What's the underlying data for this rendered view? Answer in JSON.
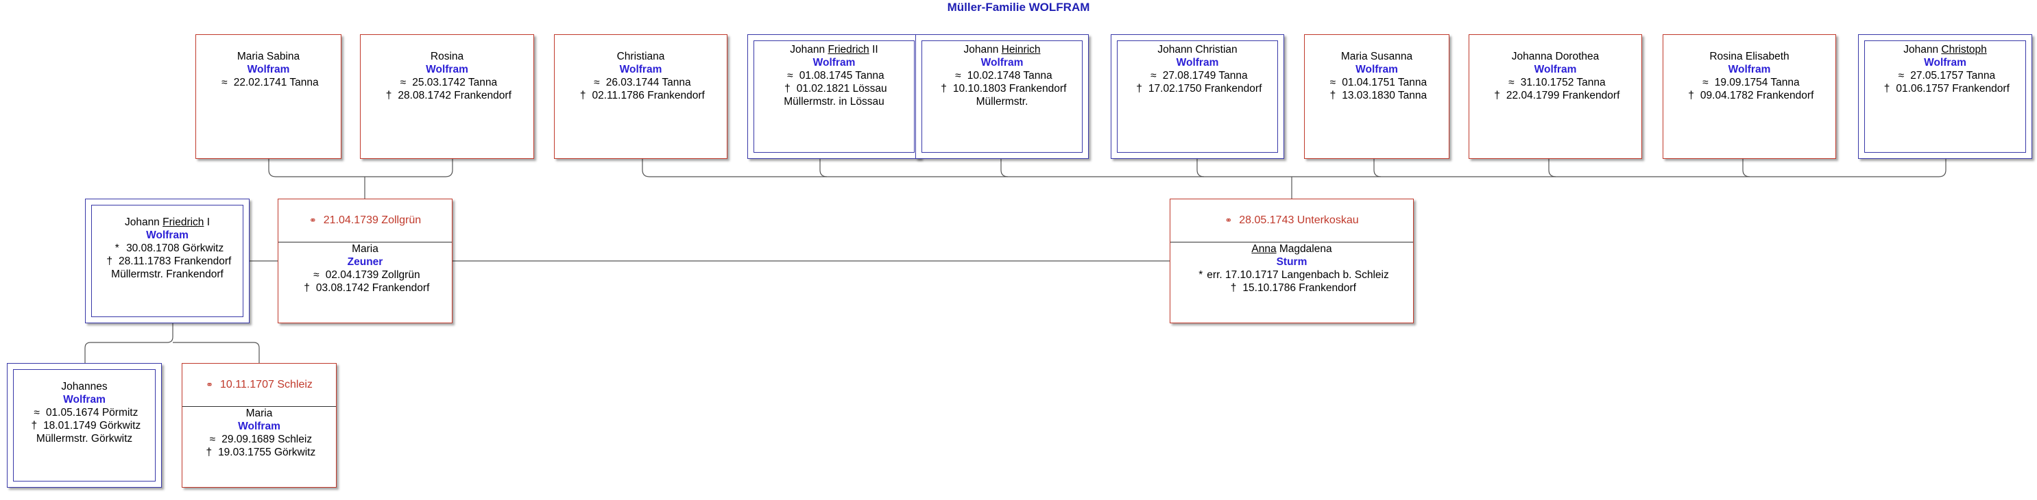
{
  "title": "Müller-Familie WOLFRAM",
  "children": [
    {
      "given": "Maria Sabina",
      "given_underline": "",
      "given_suffix": "",
      "surname": "Wolfram",
      "born_sym": "≈",
      "born": "22.02.1741 Tanna",
      "died_sym": "",
      "died": "",
      "note": ""
    },
    {
      "given": "Rosina",
      "given_underline": "",
      "given_suffix": "",
      "surname": "Wolfram",
      "born_sym": "≈",
      "born": "25.03.1742 Tanna",
      "died_sym": "†",
      "died": "28.08.1742 Frankendorf",
      "note": ""
    },
    {
      "given": "Christiana",
      "given_underline": "",
      "given_suffix": "",
      "surname": "Wolfram",
      "born_sym": "≈",
      "born": "26.03.1744 Tanna",
      "died_sym": "†",
      "died": "02.11.1786 Frankendorf",
      "note": ""
    },
    {
      "given": "Johann ",
      "given_underline": "Friedrich",
      "given_suffix": " II",
      "surname": "Wolfram",
      "born_sym": "≈",
      "born": "01.08.1745 Tanna",
      "died_sym": "†",
      "died": "01.02.1821 Lössau",
      "note": "Müllermstr. in Lössau"
    },
    {
      "given": "Johann ",
      "given_underline": "Heinrich",
      "given_suffix": "",
      "surname": "Wolfram",
      "born_sym": "≈",
      "born": "10.02.1748 Tanna",
      "died_sym": "†",
      "died": "10.10.1803 Frankendorf",
      "note": "Müllermstr."
    },
    {
      "given": "Johann Christian",
      "given_underline": "",
      "given_suffix": "",
      "surname": "Wolfram",
      "born_sym": "≈",
      "born": "27.08.1749 Tanna",
      "died_sym": "†",
      "died": "17.02.1750 Frankendorf",
      "note": ""
    },
    {
      "given": "Maria Susanna",
      "given_underline": "",
      "given_suffix": "",
      "surname": "Wolfram",
      "born_sym": "≈",
      "born": "01.04.1751 Tanna",
      "died_sym": "†",
      "died": "13.03.1830 Tanna",
      "note": ""
    },
    {
      "given": "Johanna Dorothea",
      "given_underline": "",
      "given_suffix": "",
      "surname": "Wolfram",
      "born_sym": "≈",
      "born": "31.10.1752 Tanna",
      "died_sym": "†",
      "died": "22.04.1799 Frankendorf",
      "note": ""
    },
    {
      "given": "Rosina Elisabeth",
      "given_underline": "",
      "given_suffix": "",
      "surname": "Wolfram",
      "born_sym": "≈",
      "born": "19.09.1754 Tanna",
      "died_sym": "†",
      "died": "09.04.1782 Frankendorf",
      "note": ""
    },
    {
      "given": "Johann ",
      "given_underline": "Christoph",
      "given_suffix": "",
      "surname": "Wolfram",
      "born_sym": "≈",
      "born": "27.05.1757 Tanna",
      "died_sym": "†",
      "died": "01.06.1757 Frankendorf",
      "note": ""
    }
  ],
  "focus": {
    "given": "Johann ",
    "given_underline": "Friedrich",
    "given_suffix": " I",
    "surname": "Wolfram",
    "born_sym": "*",
    "born": "30.08.1708 Görkwitz",
    "died_sym": "†",
    "died": "28.11.1783 Frankendorf",
    "note": "Müllermstr. Frankendorf"
  },
  "marriage1": {
    "header": "21.04.1739 Zollgrün",
    "given": "Maria",
    "given_underline": "",
    "given_suffix": "",
    "surname": "Zeuner",
    "born_sym": "≈",
    "born": "02.04.1739 Zollgrün",
    "died_sym": "†",
    "died": "03.08.1742 Frankendorf"
  },
  "marriage2": {
    "header": "28.05.1743 Unterkoskau",
    "given": "",
    "given_underline": "Anna",
    "given_suffix": " Magdalena",
    "surname": "Sturm",
    "born_sym": "*",
    "born": "err. 17.10.1717 Langenbach b. Schleiz",
    "died_sym": "†",
    "died": "15.10.1786 Frankendorf"
  },
  "father": {
    "given": "Johannes",
    "given_underline": "",
    "given_suffix": "",
    "surname": "Wolfram",
    "born_sym": "≈",
    "born": "01.05.1674 Pörmitz",
    "died_sym": "†",
    "died": "18.01.1749 Görkwitz",
    "note": "Müllermstr. Görkwitz"
  },
  "mother": {
    "header": "10.11.1707 Schleiz",
    "given": "Maria",
    "given_underline": "",
    "given_suffix": "",
    "surname": "Wolfram",
    "born_sym": "≈",
    "born": "29.09.1689 Schleiz",
    "died_sym": "†",
    "died": "19.03.1755 Görkwitz"
  },
  "symbols": {
    "rings": "⚭"
  }
}
